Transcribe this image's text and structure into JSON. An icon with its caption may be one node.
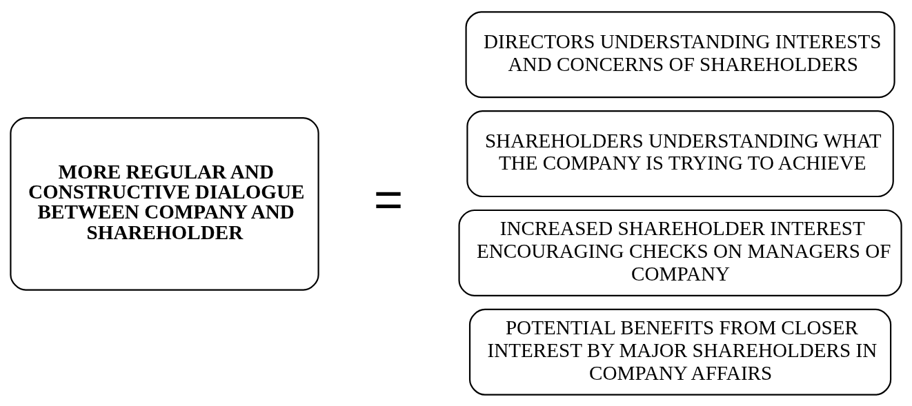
{
  "diagram": {
    "nodes": [
      {
        "text": [
          "MORE REGULAR AND CONSTRUCTIVE DIALOGUE BETWEEN COMPANY AND SHAREHOLDER"
        ]
      },
      {
        "text": [
          "DIRECTORS UNDERSTANDING INTERESTS AND CONCERNS OF SHAREHOLDERS"
        ]
      },
      {
        "text": [
          "SHAREHOLDERS UNDERSTANDING WHAT THE COMPANY IS TRYING TO ACHIEVE"
        ]
      },
      {
        "text": [
          "INCREASED SHAREHOLDER INTEREST ENCOURAGING CHECKS ON MANAGERS OF COMPANY"
        ]
      },
      {
        "text": [
          "POTENTIAL BENEFITS FROM CLOSER INTEREST BY MAJOR SHAREHOLDERS IN COMPANY AFFAIRS"
        ]
      }
    ],
    "edges": [],
    "labels": [
      "="
    ]
  }
}
